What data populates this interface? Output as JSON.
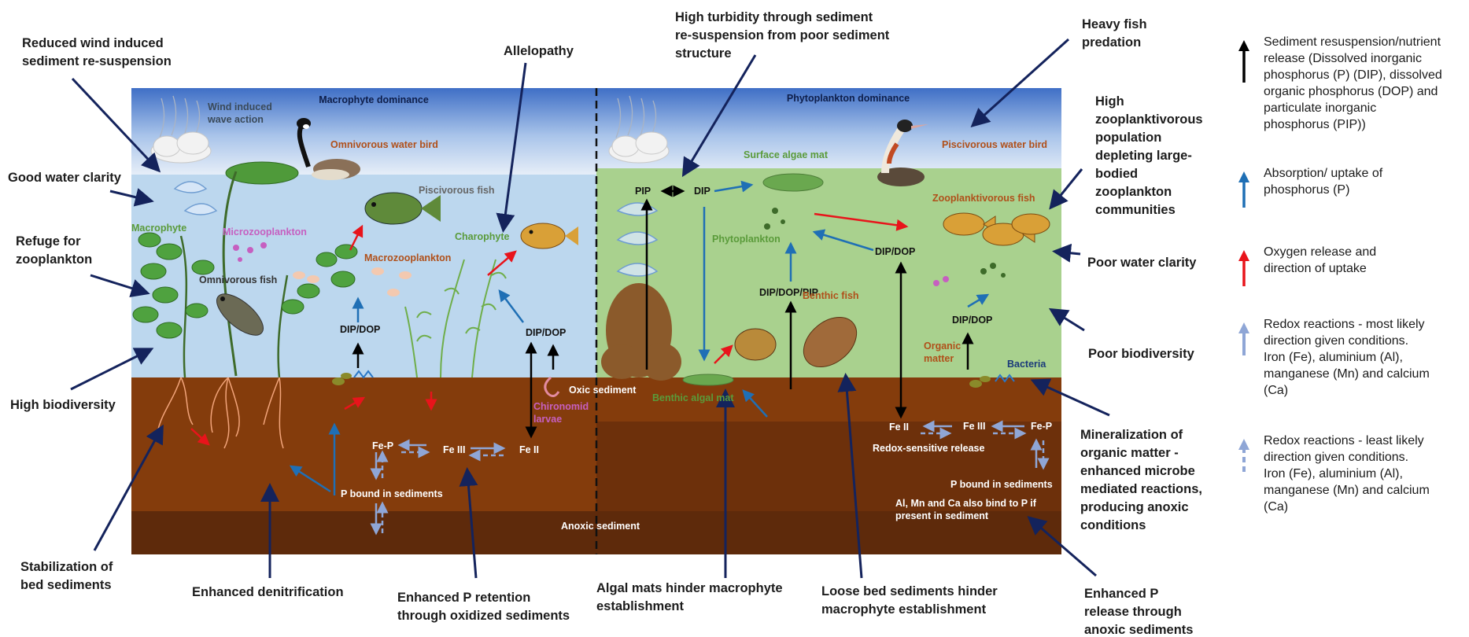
{
  "outer_labels": {
    "reduced_wind": [
      "Reduced wind induced",
      "sediment re-suspension"
    ],
    "good_clarity": [
      "Good water clarity"
    ],
    "refuge": [
      "Refuge for",
      "zooplankton"
    ],
    "high_bio": [
      "High biodiversity"
    ],
    "stabilization": [
      "Stabilization of",
      "bed sediments"
    ],
    "denitrification": [
      "Enhanced denitrification"
    ],
    "p_retention": [
      "Enhanced P retention",
      "through oxidized sediments"
    ],
    "allelopathy": [
      "Allelopathy"
    ],
    "turbidity": [
      "High turbidity through sediment",
      "re-suspension from poor sediment",
      "structure"
    ],
    "heavy_predation": [
      "Heavy fish",
      "predation"
    ],
    "zoo_pop": [
      "High",
      "zooplanktivorous",
      "population",
      "depleting large-",
      "bodied",
      "zooplankton",
      "communities"
    ],
    "poor_clarity": [
      "Poor water clarity"
    ],
    "poor_bio": [
      "Poor biodiversity"
    ],
    "mineralization": [
      "Mineralization of",
      "organic matter  -",
      "enhanced microbe",
      "mediated reactions,",
      "producing anoxic",
      "conditions"
    ],
    "algal_mats": [
      "Algal mats hinder macrophyte",
      "establishment"
    ],
    "loose_bed": [
      "Loose bed sediments hinder",
      "macrophyte establishment"
    ],
    "p_release": [
      "Enhanced P",
      "release through",
      "anoxic sediments"
    ]
  },
  "inner": {
    "macrophyte_dominance": "Macrophyte dominance",
    "phyto_dominance": "Phytoplankton dominance",
    "wind": [
      "Wind induced",
      "wave action"
    ],
    "omni_bird": "Omnivorous water bird",
    "pisc_fish": "Piscivorous fish",
    "macrophyte": "Macrophyte",
    "microzoo": "Microzooplankton",
    "omni_fish": "Omnivorous fish",
    "macrozoo": "Macrozooplankton",
    "charophyte": "Charophyte",
    "dip_dop_1": "DIP/DOP",
    "dip_dop_2": "DIP/DOP",
    "chironomid": [
      "Chironomid",
      "larvae"
    ],
    "oxic": "Oxic sediment",
    "fe_p_l": "Fe-P",
    "fe3_l": "Fe III",
    "fe2_l": "Fe II",
    "p_bound_l": "P bound in sediments",
    "anoxic": "Anoxic sediment",
    "pip": "PIP",
    "dip": "DIP",
    "surface_algae": "Surface algae mat",
    "pisc_bird": "Piscivorous water bird",
    "phytoplankton": "Phytoplankton",
    "zoo_fish": "Zooplanktivorous fish",
    "dip_dop_r": "DIP/DOP",
    "dip_dop_pip": "DIP/DOP/PIP",
    "benthic_fish": "Benthic fish",
    "dip_dop_r2": "DIP/DOP",
    "organic_matter": [
      "Organic",
      "matter"
    ],
    "bacteria": "Bacteria",
    "benthic_algal": "Benthic algal mat",
    "fe2_r": "Fe II",
    "fe3_r": "Fe III",
    "fe_p_r": "Fe-P",
    "redox": "Redox-sensitive release",
    "p_bound_r": "P bound in sediments",
    "al_mn": [
      "Al, Mn and Ca  also bind to P if",
      "present in sediment"
    ]
  },
  "legend": [
    {
      "key": "black",
      "color": "#000000",
      "lines": [
        "Sediment resuspension/nutrient",
        "release (Dissolved inorganic",
        "phosphorus (P) (DIP), dissolved",
        "organic phosphorus (DOP) and",
        "particulate inorganic",
        "phosphorus (PIP))"
      ]
    },
    {
      "key": "blue",
      "color": "#1f6fb5",
      "lines": [
        "Absorption/ uptake of",
        "phosphorus (P)"
      ]
    },
    {
      "key": "red",
      "color": "#e8141b",
      "lines": [
        "Oxygen release and",
        "direction of uptake"
      ]
    },
    {
      "key": "light",
      "color": "#8fa6d6",
      "lines": [
        "Redox reactions - most likely",
        "direction given conditions.",
        "Iron (Fe), aluminium (Al),",
        "manganese (Mn) and calcium",
        "(Ca)"
      ]
    },
    {
      "key": "dashed",
      "color": "#8fa6d6",
      "lines": [
        "Redox reactions - least likely",
        "direction given conditions.",
        "Iron (Fe), aluminium (Al),",
        "manganese (Mn) and calcium",
        "(Ca)"
      ]
    }
  ],
  "colors": {
    "sky_top": "#3f6fc6",
    "water_left": "#bcd7ee",
    "water_right": "#a9d18e",
    "sediment": "#843c0c",
    "deep_sediment": "#5e2a0b",
    "navy": "#14235c",
    "label_green": "#5a9b3a",
    "label_orange": "#b0501a",
    "label_pink": "#c65fc0"
  }
}
